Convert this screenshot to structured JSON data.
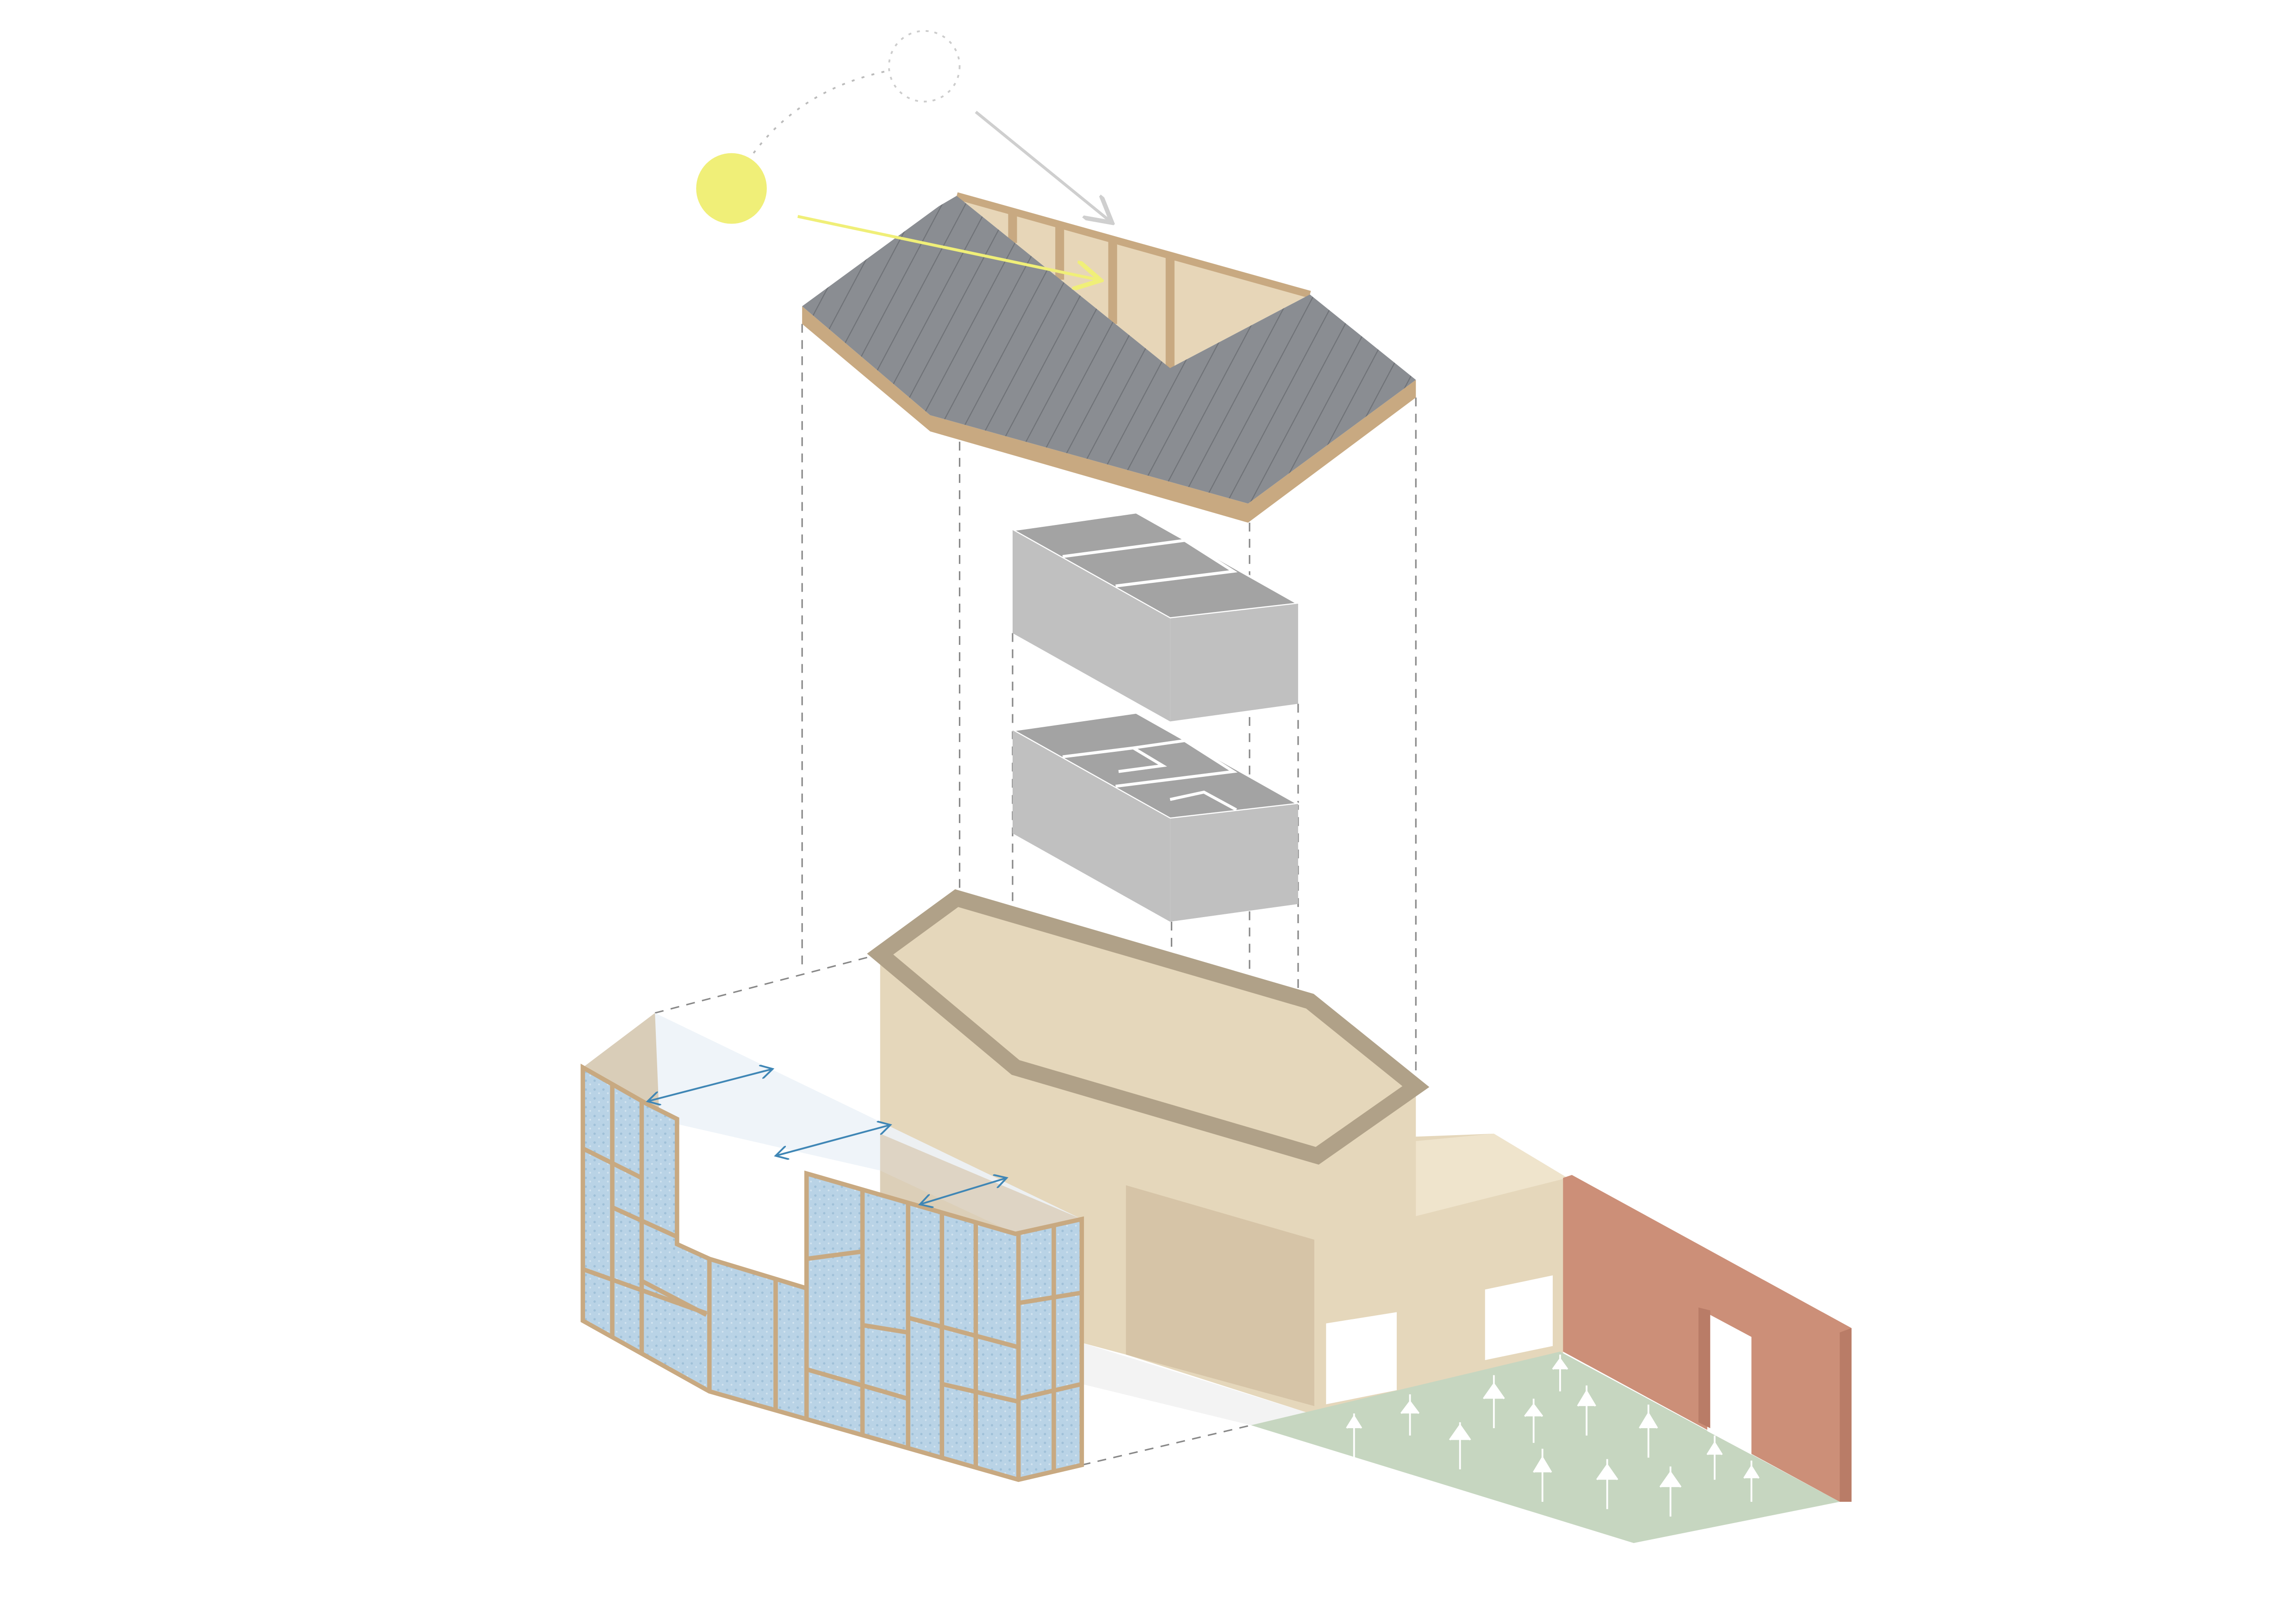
{
  "diagram": {
    "type": "exploded-axonometric",
    "components": [
      "sun-path",
      "roof",
      "upper-floor",
      "lower-floor",
      "ground-floor",
      "glass-screen",
      "garden",
      "brick-wall"
    ],
    "colors": {
      "background": "#ffffff",
      "sun": "#f0ef78",
      "sun_previous": "#cfcfcf",
      "roof_tiles": "#8a8d92",
      "roof_tile_lines": "#6f7277",
      "timber": "#c8a981",
      "roof_void": "#e7d6b8",
      "floor_top": "#a3a3a3",
      "floor_side": "#c0c0c0",
      "ground_volume": "#e5d7bb",
      "ground_shadow": "#d6c4a7",
      "ground_rim": "#b0a188",
      "glass": "#b9d3e6",
      "glass_frame": "#c8a981",
      "glass_void": "#edf3f8",
      "ventilation_arrow": "#3f86b5",
      "garden": "#c6d6c0",
      "plants": "#ffffff",
      "brick": "#cc8f78",
      "brick_dark": "#b97c67",
      "guide_line": "#888888"
    }
  }
}
